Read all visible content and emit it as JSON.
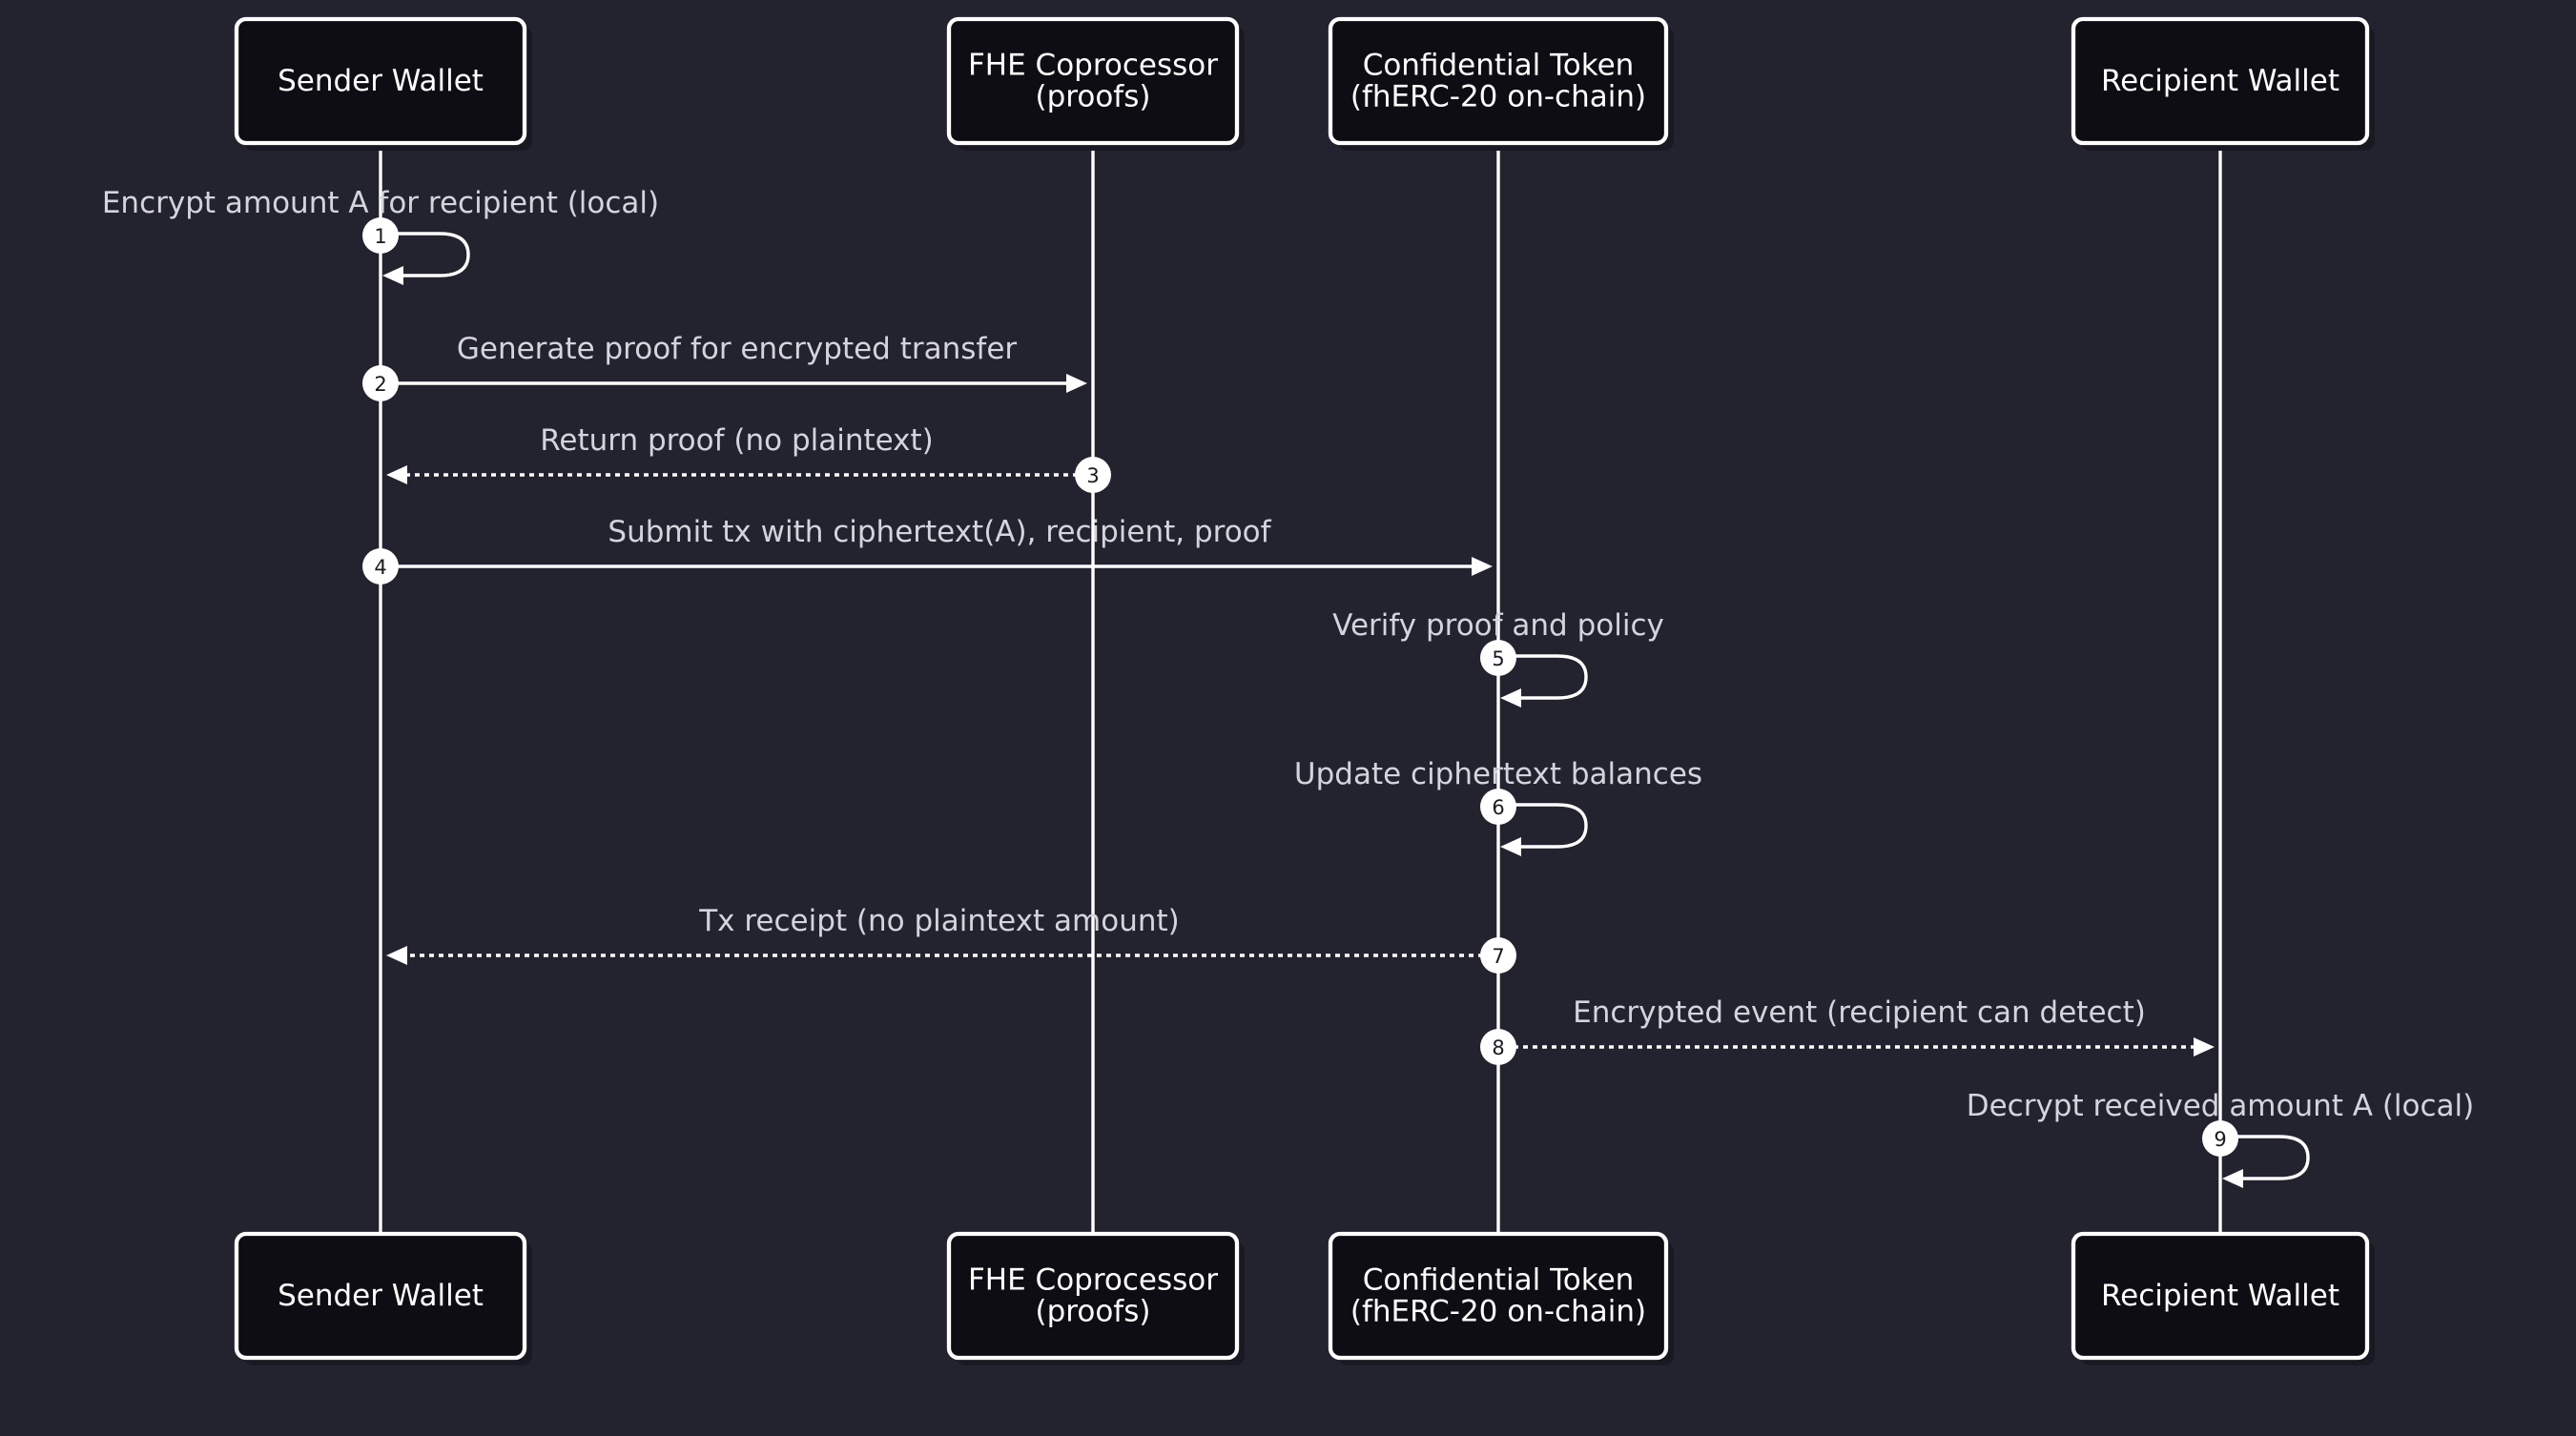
{
  "diagram": {
    "type": "sequence",
    "actors": [
      {
        "id": "sender",
        "label": [
          "Sender Wallet"
        ]
      },
      {
        "id": "fhe",
        "label": [
          "FHE Coprocessor",
          "(proofs)"
        ]
      },
      {
        "id": "token",
        "label": [
          "Confidential Token",
          "(fhERC-20 on-chain)"
        ]
      },
      {
        "id": "recipient",
        "label": [
          "Recipient Wallet"
        ]
      }
    ],
    "messages": [
      {
        "step": "1",
        "from": "sender",
        "to": "sender",
        "text": "Encrypt amount A for recipient (local)",
        "style": "self"
      },
      {
        "step": "2",
        "from": "sender",
        "to": "fhe",
        "text": "Generate proof for encrypted transfer",
        "style": "solid"
      },
      {
        "step": "3",
        "from": "fhe",
        "to": "sender",
        "text": "Return proof (no plaintext)",
        "style": "dashed"
      },
      {
        "step": "4",
        "from": "sender",
        "to": "token",
        "text": "Submit tx with ciphertext(A), recipient, proof",
        "style": "solid"
      },
      {
        "step": "5",
        "from": "token",
        "to": "token",
        "text": "Verify proof and policy",
        "style": "self"
      },
      {
        "step": "6",
        "from": "token",
        "to": "token",
        "text": "Update ciphertext balances",
        "style": "self"
      },
      {
        "step": "7",
        "from": "token",
        "to": "sender",
        "text": "Tx receipt (no plaintext amount)",
        "style": "dashed"
      },
      {
        "step": "8",
        "from": "token",
        "to": "recipient",
        "text": "Encrypted event (recipient can detect)",
        "style": "dashed"
      },
      {
        "step": "9",
        "from": "recipient",
        "to": "recipient",
        "text": "Decrypt received amount A (local)",
        "style": "self"
      }
    ]
  },
  "colors": {
    "background": "#23222f",
    "actor_fill": "#0d0d13",
    "line": "#ffffff",
    "label_text": "#d4d4dc",
    "step_badge": "#ffffff",
    "step_text": "#1a1a22"
  }
}
